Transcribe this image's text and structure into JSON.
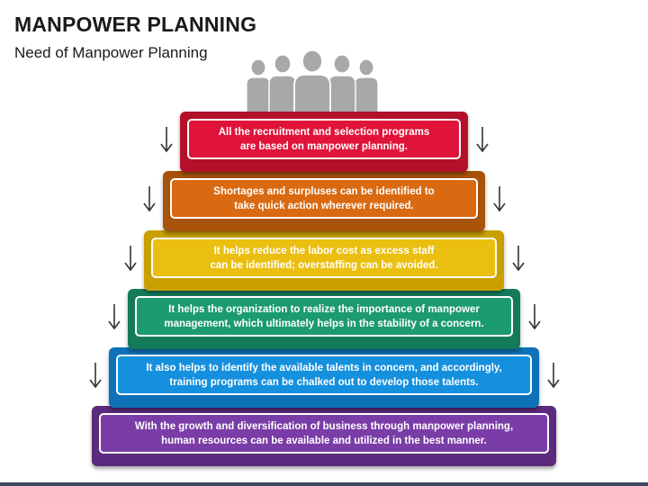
{
  "header": {
    "title": "MANPOWER PLANNING",
    "subtitle": "Need of Manpower Planning"
  },
  "icons": {
    "people": "people-group-icon",
    "arrow": "arrow-down-icon"
  },
  "colors": {
    "people": "#a8a8a8",
    "arrow": "#333333"
  },
  "steps": [
    {
      "lines": [
        "All the recruitment and selection programs",
        "are based on manpower planning."
      ],
      "outer": "#b3102a",
      "inner": "#e0143a"
    },
    {
      "lines": [
        "Shortages and surpluses can be identified to",
        "take quick action wherever required."
      ],
      "outer": "#a8520a",
      "inner": "#d96a12"
    },
    {
      "lines": [
        "It helps reduce the labor cost as excess staff",
        "can be identified; overstaffing can be avoided."
      ],
      "outer": "#c9a000",
      "inner": "#ebbf10"
    },
    {
      "lines": [
        "It helps the organization to realize the importance of manpower",
        "management, which ultimately helps in the stability of a concern."
      ],
      "outer": "#137a5a",
      "inner": "#1c9a72"
    },
    {
      "lines": [
        "It also helps to identify the available talents in concern, and accordingly,",
        "training programs can be chalked out to develop those talents."
      ],
      "outer": "#0d72b8",
      "inner": "#1590de"
    },
    {
      "lines": [
        "With the growth and diversification of business through manpower planning,",
        "human resources can be available and utilized in the best manner."
      ],
      "outer": "#5c2a7e",
      "inner": "#7a3ca6"
    }
  ]
}
